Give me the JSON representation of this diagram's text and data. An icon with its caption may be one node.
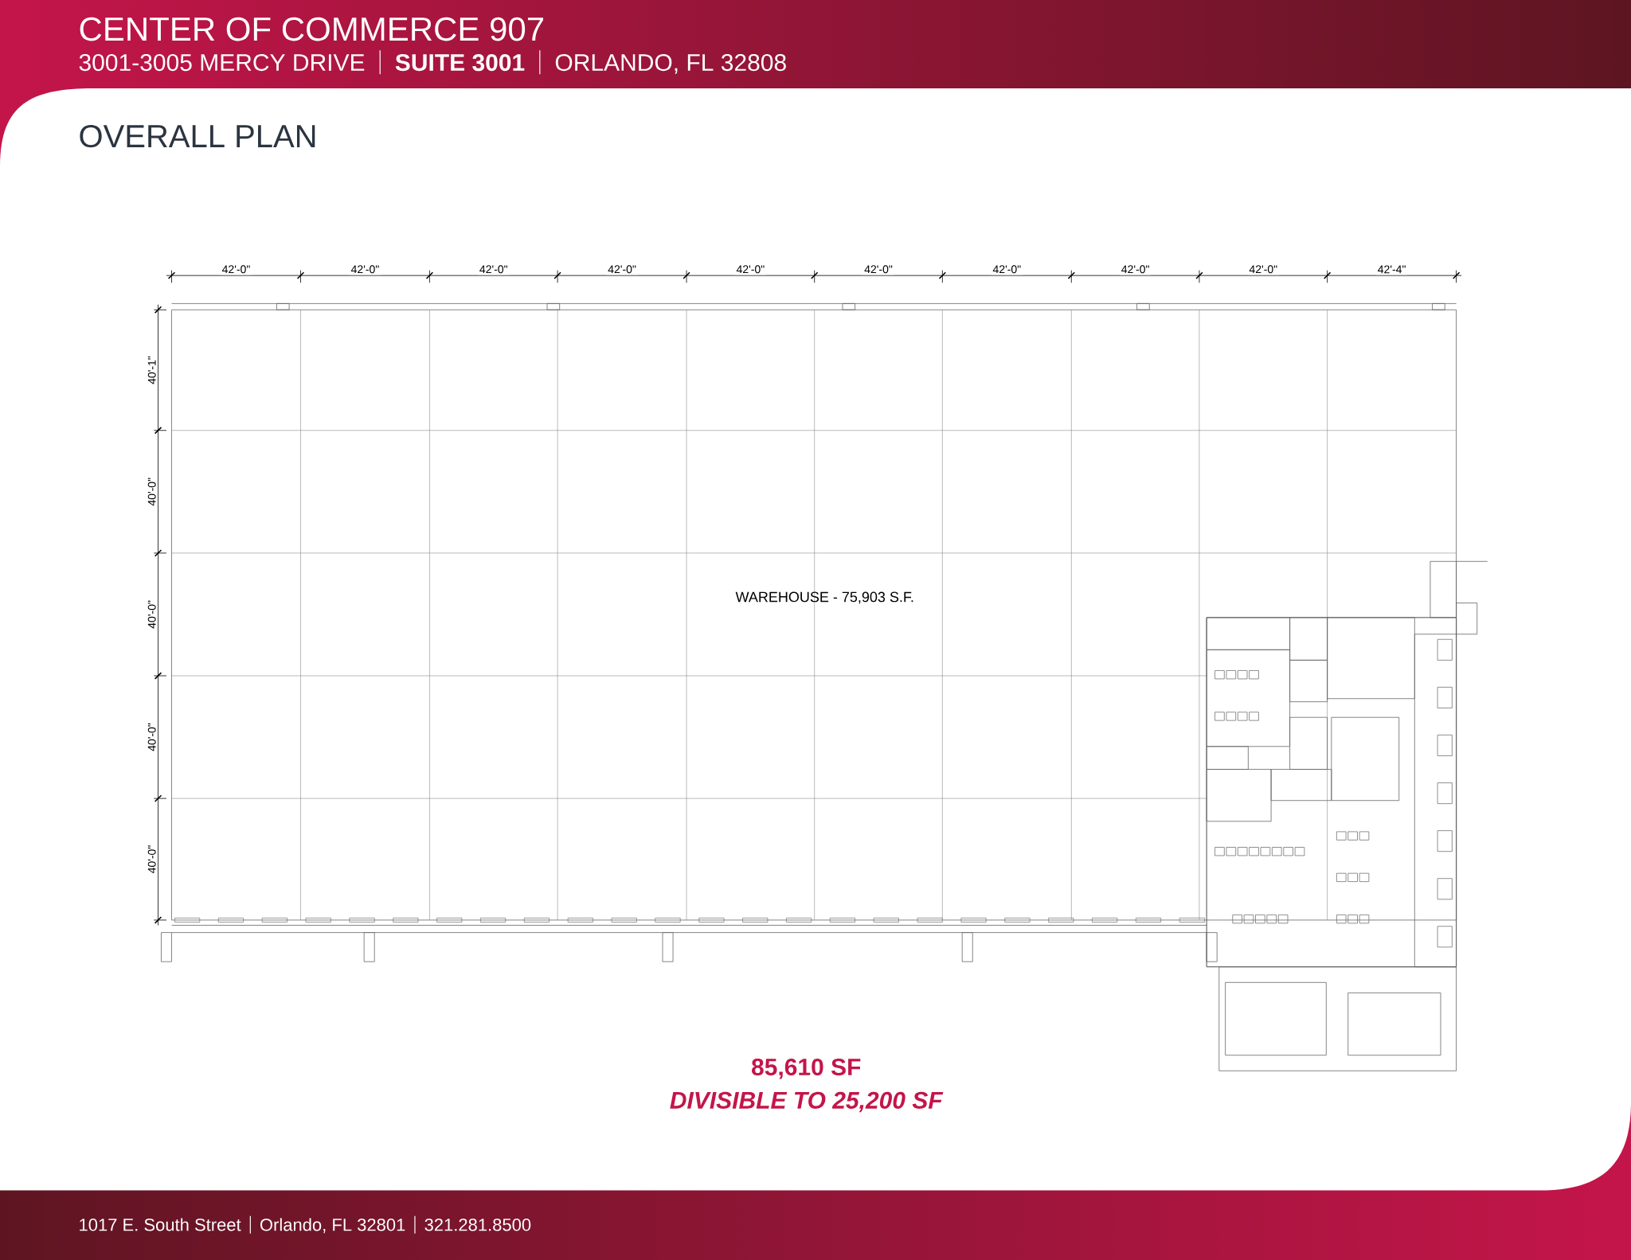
{
  "diagram": {
    "title": "CENTER OF COMMERCE 907",
    "labels": [
      "3001-3005 MERCY DRIVE",
      "SUITE 3001",
      "ORLANDO, FL 32808",
      "OVERALL PLAN",
      "42'-0\"",
      "42'-0\"",
      "42'-0\"",
      "42'-0\"",
      "42'-0\"",
      "42'-0\"",
      "42'-0\"",
      "42'-0\"",
      "42'-0\"",
      "42'-4\"",
      "40'-1\"",
      "40'-0\"",
      "40'-0\"",
      "40'-0\"",
      "40'-0\"",
      "WAREHOUSE - 75,903 S.F.",
      "85,610 SF",
      "DIVISIBLE TO 25,200 SF",
      "1017 E. South Street",
      "Orlando, FL 32801",
      "321.281.8500"
    ]
  }
}
